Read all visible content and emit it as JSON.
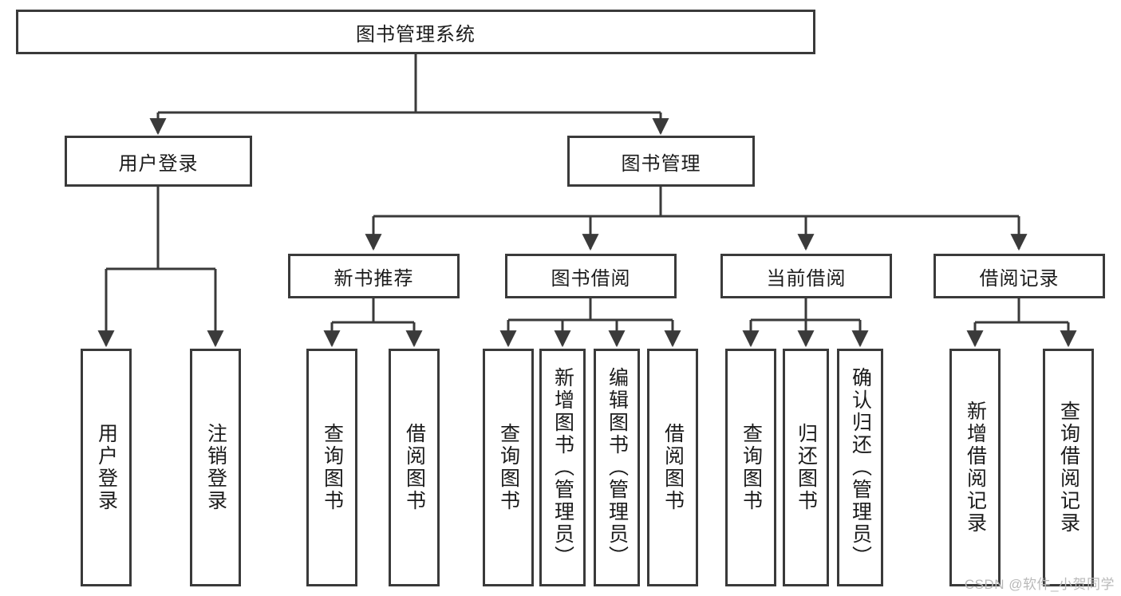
{
  "diagram": {
    "type": "tree",
    "title": "图书管理系统",
    "watermark": "CSDN @软件_小贺同学",
    "colors": {
      "stroke": "#3a3a3a",
      "fill": "#ffffff",
      "text": "#1b1b1b",
      "watermark": "#b9b9b9"
    },
    "nodes": {
      "root": {
        "label": "图书管理系统",
        "orientation": "horizontal"
      },
      "level1": [
        {
          "label": "用户登录",
          "orientation": "horizontal"
        },
        {
          "label": "图书管理",
          "orientation": "horizontal"
        }
      ],
      "level2": [
        {
          "label": "新书推荐",
          "orientation": "horizontal"
        },
        {
          "label": "图书借阅",
          "orientation": "horizontal"
        },
        {
          "label": "当前借阅",
          "orientation": "horizontal"
        },
        {
          "label": "借阅记录",
          "orientation": "horizontal"
        }
      ],
      "leaves_user_login": [
        {
          "label": "用户登录",
          "orientation": "vertical"
        },
        {
          "label": "注销登录",
          "orientation": "vertical"
        }
      ],
      "leaves_new_book": [
        {
          "label": "查询图书",
          "orientation": "vertical"
        },
        {
          "label": "借阅图书",
          "orientation": "vertical"
        }
      ],
      "leaves_borrow": [
        {
          "label": "查询图书",
          "orientation": "vertical"
        },
        {
          "label": "新增图书（管理员）",
          "orientation": "vertical"
        },
        {
          "label": "编辑图书（管理员）",
          "orientation": "vertical"
        },
        {
          "label": "借阅图书",
          "orientation": "vertical"
        }
      ],
      "leaves_current": [
        {
          "label": "查询图书",
          "orientation": "vertical"
        },
        {
          "label": "归还图书",
          "orientation": "vertical"
        },
        {
          "label": "确认归还（管理员）",
          "orientation": "vertical"
        }
      ],
      "leaves_records": [
        {
          "label": "新增借阅记录",
          "orientation": "vertical"
        },
        {
          "label": "查询借阅记录",
          "orientation": "vertical"
        }
      ]
    }
  }
}
